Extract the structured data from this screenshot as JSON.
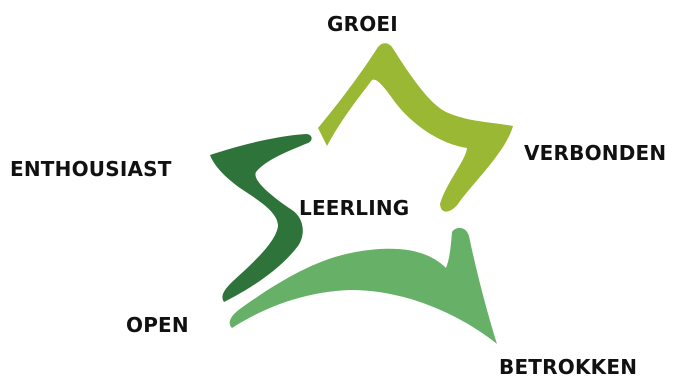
{
  "diagram": {
    "center_label": "LEERLING",
    "values": [
      {
        "label": "GROEI",
        "color": "#9AB834"
      },
      {
        "label": "VERBONDEN",
        "color": "#9AB834"
      },
      {
        "label": "BETROKKEN",
        "color": "#66B068"
      },
      {
        "label": "OPEN",
        "color": "#66B068"
      },
      {
        "label": "ENTHOUSIAST",
        "color": "#2E7339"
      }
    ]
  }
}
